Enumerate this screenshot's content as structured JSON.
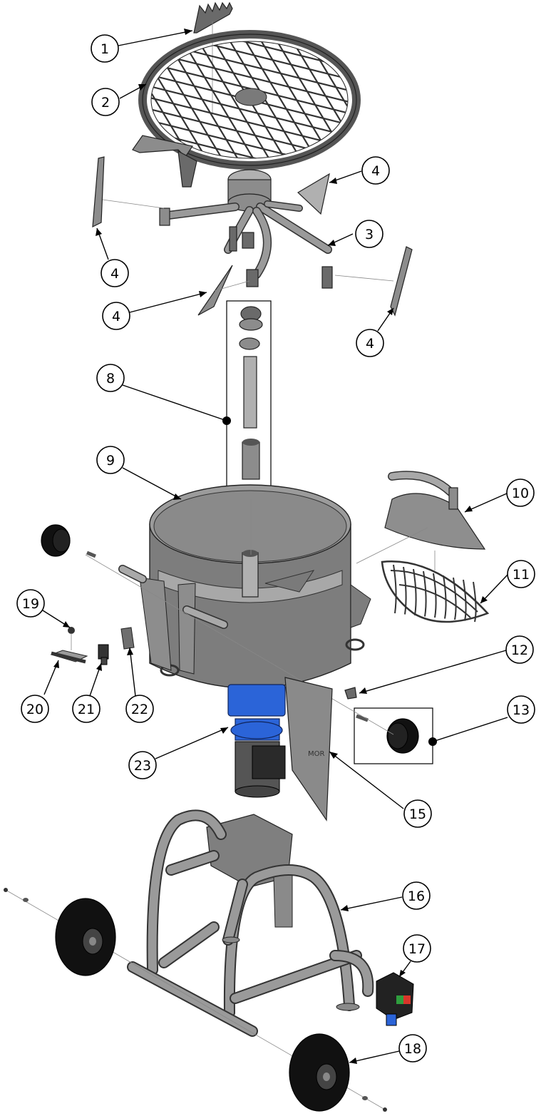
{
  "diagram": {
    "callouts": [
      {
        "id": "c1",
        "label": "1"
      },
      {
        "id": "c2",
        "label": "2"
      },
      {
        "id": "c3",
        "label": "3"
      },
      {
        "id": "c4a",
        "label": "4"
      },
      {
        "id": "c4b",
        "label": "4"
      },
      {
        "id": "c4c",
        "label": "4"
      },
      {
        "id": "c4d",
        "label": "4"
      },
      {
        "id": "c8",
        "label": "8"
      },
      {
        "id": "c9",
        "label": "9"
      },
      {
        "id": "c10",
        "label": "10"
      },
      {
        "id": "c11",
        "label": "11"
      },
      {
        "id": "c12",
        "label": "12"
      },
      {
        "id": "c13",
        "label": "13"
      },
      {
        "id": "c15",
        "label": "15"
      },
      {
        "id": "c16",
        "label": "16"
      },
      {
        "id": "c17",
        "label": "17"
      },
      {
        "id": "c18",
        "label": "18"
      },
      {
        "id": "c19",
        "label": "19"
      },
      {
        "id": "c20",
        "label": "20"
      },
      {
        "id": "c21",
        "label": "21"
      },
      {
        "id": "c22",
        "label": "22"
      },
      {
        "id": "c23",
        "label": "23"
      }
    ],
    "colors": {
      "metal": "#8c8c8c",
      "motor_housing": "#2b64d8",
      "wheel": "#111111",
      "outline": "#000000"
    }
  }
}
